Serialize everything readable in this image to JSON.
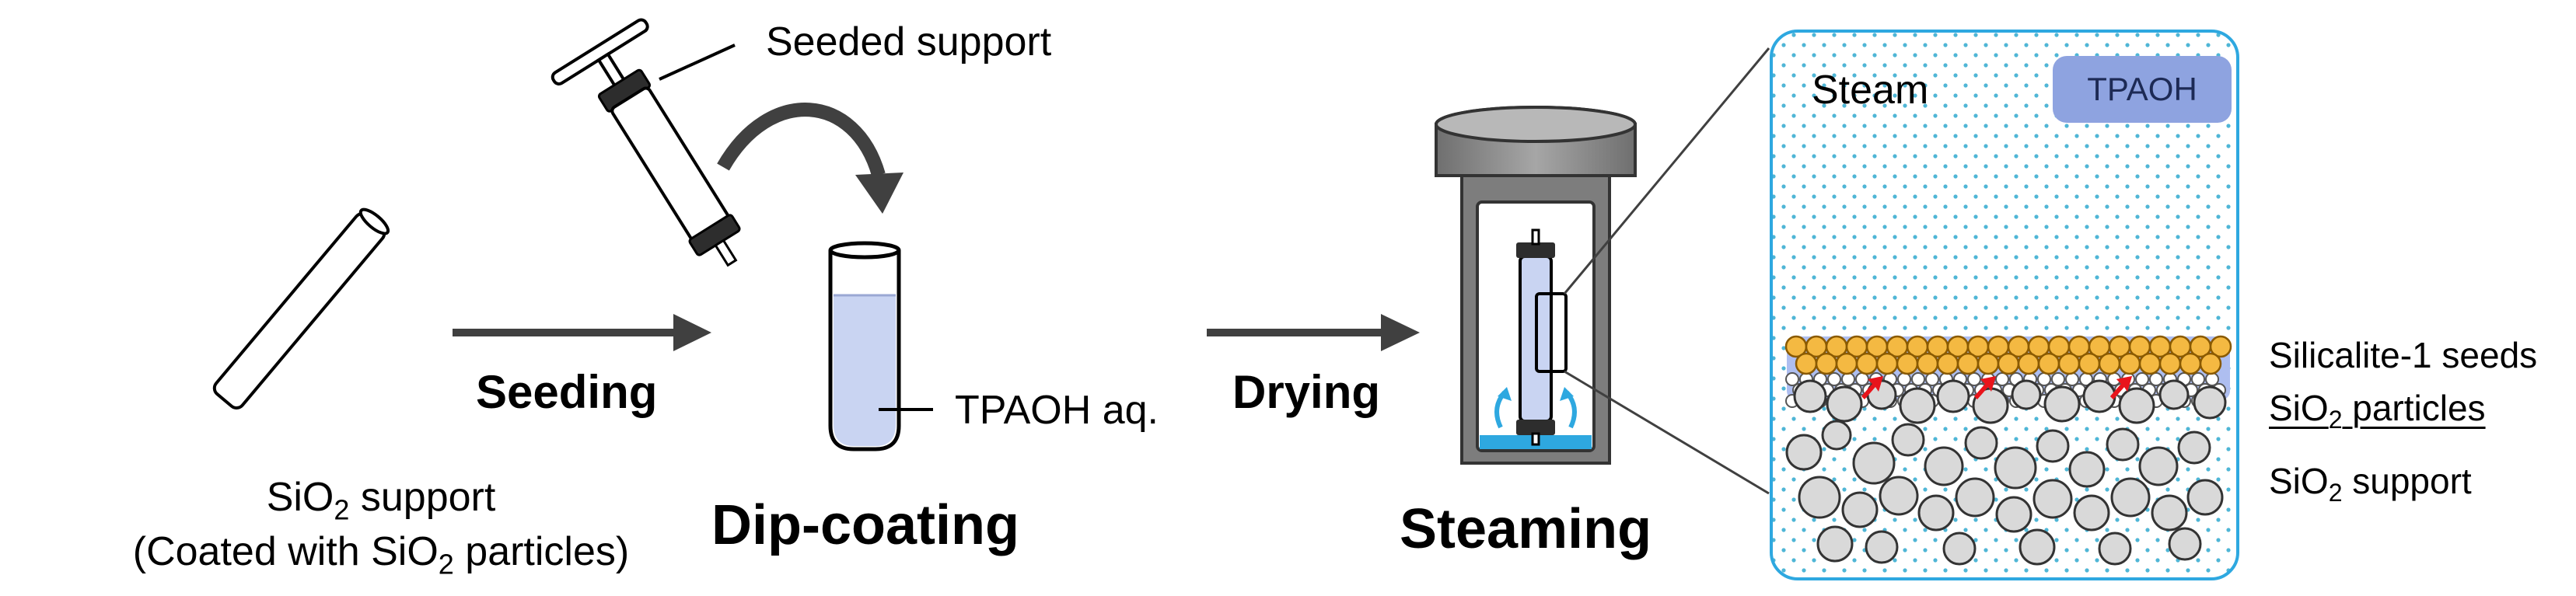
{
  "labels": {
    "seeded_support": "Seeded support",
    "support_line1_prefix": "SiO",
    "support_line1_sub": "2",
    "support_line1_suffix": " support",
    "support_line2_prefix": "(Coated with SiO",
    "support_line2_sub": "2",
    "support_line2_suffix": " particles)",
    "tpaoh_aq": "TPAOH aq.",
    "steam": "Steam",
    "tpaoh": "TPAOH",
    "silicalite_seeds": "Silicalite-1 seeds",
    "sio2_particles_prefix": "SiO",
    "sio2_particles_sub": "2",
    "sio2_particles_suffix": " particles",
    "sio2_support_prefix": "SiO",
    "sio2_support_sub": "2",
    "sio2_support_suffix": " support"
  },
  "steps": {
    "seeding": "Seeding",
    "drying": "Drying",
    "dip_coating": "Dip-coating",
    "steaming": "Steaming"
  },
  "colors": {
    "arrow": "#404040",
    "liquid": "#c9d4f2",
    "water": "#2ea8e0",
    "steam_dots": "#4fb6d6",
    "panel_border": "#2ea8e0",
    "seed_fill": "#f4b942",
    "seed_stroke": "#8a5a00",
    "particle_fill": "#d9d9d9",
    "particle_stroke": "#333333",
    "band": "#aebef0",
    "hot_arrow": "#e8141b",
    "vessel": "#8c8c8c"
  }
}
